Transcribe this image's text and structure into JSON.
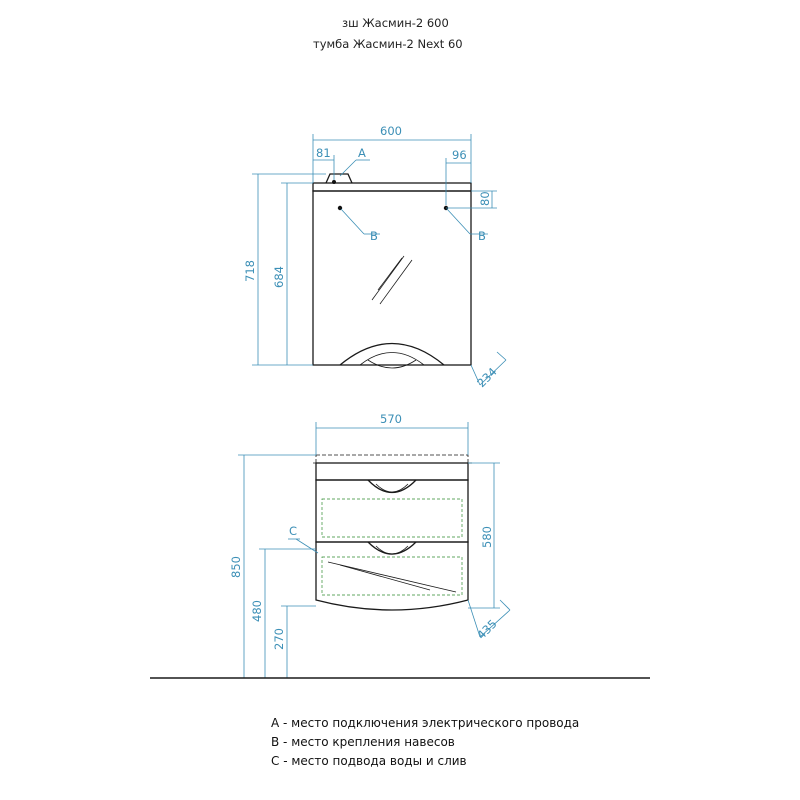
{
  "header": {
    "line1": "зш Жасмин-2 600",
    "line2": "тумба Жасмин-2 Next 60"
  },
  "mirror": {
    "width": "600",
    "total_height": "718",
    "body_height": "684",
    "depth": "234",
    "offset_a": "81",
    "offset_right": "96",
    "offset_top": "80",
    "label_a": "A",
    "label_b_left": "B",
    "label_b_right": "B"
  },
  "cabinet": {
    "width": "570",
    "total_height": "850",
    "body_height": "580",
    "height_480": "480",
    "height_270": "270",
    "depth": "435",
    "label_c": "C"
  },
  "legend": [
    "A - место подключения электрического провода",
    "B - место крепления навесов",
    "C - место подвода воды и слив"
  ],
  "colors": {
    "dimension": "#3c8fb6",
    "outline": "#1a1a1a",
    "hatch": "#2e8b2e"
  }
}
